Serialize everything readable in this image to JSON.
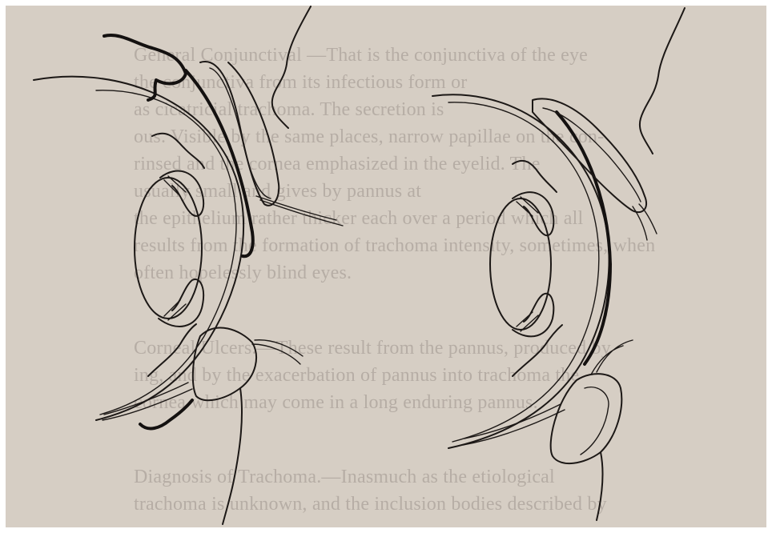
{
  "bleed_through": [
    "General Conjunctival —That is the conjunctiva of the eye",
    "the conjunctiva from its infectious form or",
    "as cicatricial trachoma. The secretion is",
    "ous. Visible by the same places, narrow papillae on the con-",
    "rinsed and the cornea emphasized in the eyelid. The",
    "usually small and gives by pannus at",
    "the epithelium rather thicker each over a period which all",
    "results from the formation of trachoma intensity, sometimes, when",
    "often hopelessly blind eyes.",
    "Corneal Ulcers.—These result from the pannus, produced by",
    "ing, and by the exacerbation of pannus into trachoma the",
    "cornea which may come in a long enduring pannus.",
    "Diagnosis of Trachoma.—Inasmuch as the etiological",
    "trachoma is unknown, and the inclusion bodies described by"
  ],
  "colors": {
    "paper": "#d6cec4",
    "ink": "#1c1816",
    "border": "#ffffff"
  }
}
